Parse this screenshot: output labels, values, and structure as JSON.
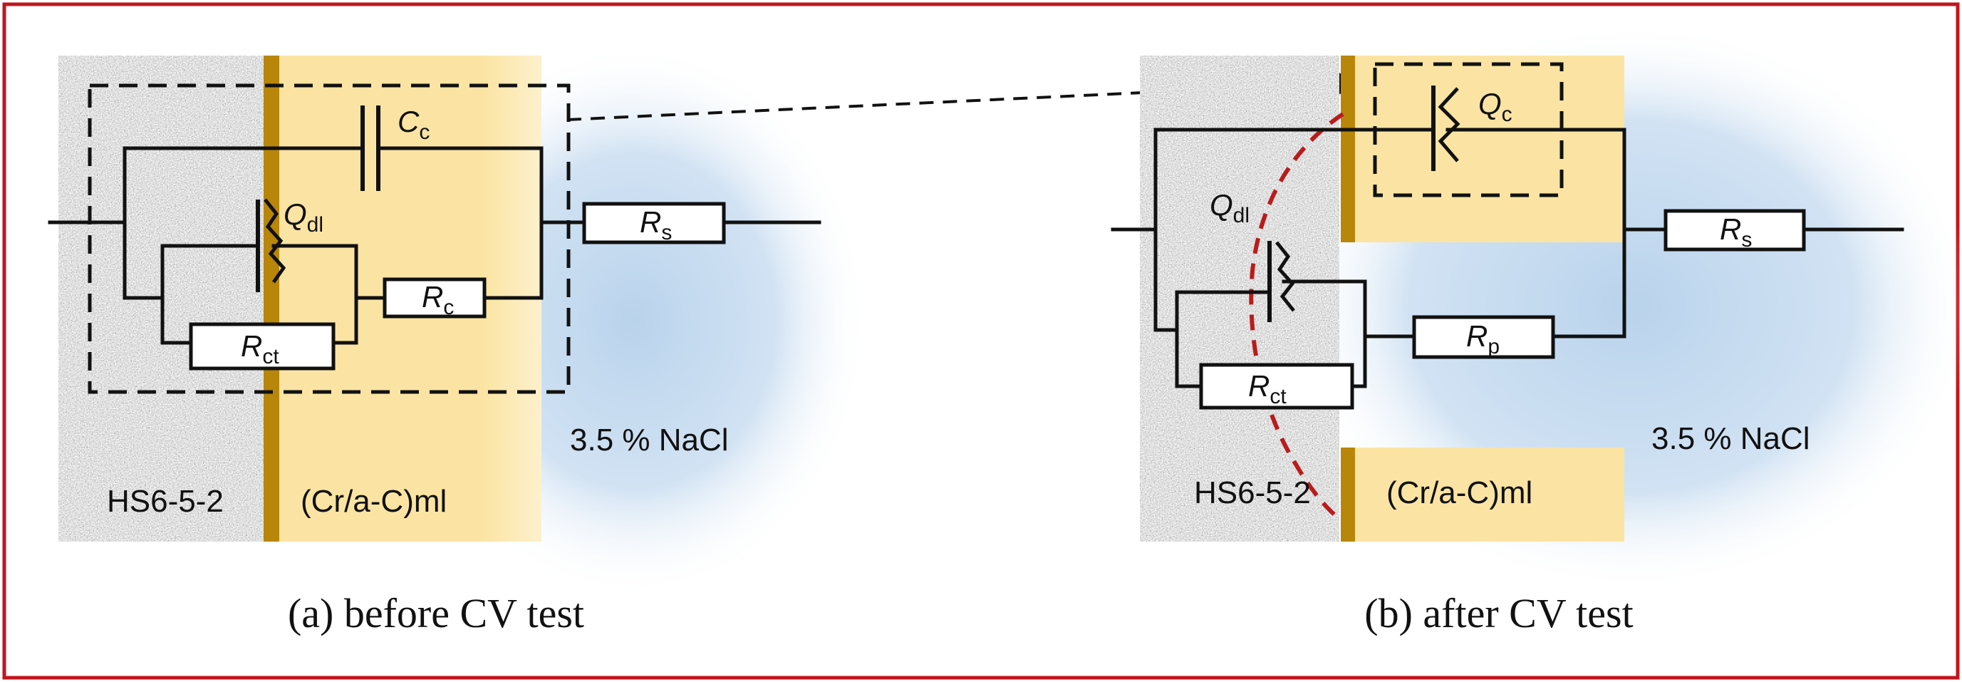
{
  "colors": {
    "frame": "#c0161d",
    "substrate": "#c7c7c7",
    "coating": "#fbe4a3",
    "interlayer": "#b8860b",
    "electrolyte": "#b9d3ec",
    "pit_outline": "#b81c1c",
    "wire": "#111111"
  },
  "panel_a": {
    "substrate_label": "HS6-5-2",
    "coating_label": "(Cr/a-C)ml",
    "electrolyte_label": "3.5 % NaCl",
    "caption": "(a) before CV test",
    "c_coating": {
      "symbol": "C",
      "sub": "c"
    },
    "q_double_layer": {
      "symbol": "Q",
      "sub": "dl"
    },
    "r_coating": {
      "symbol": "R",
      "sub": "c"
    },
    "r_charge_transfer": {
      "symbol": "R",
      "sub": "ct"
    },
    "r_solution": {
      "symbol": "R",
      "sub": "s"
    }
  },
  "panel_b": {
    "substrate_label": "HS6-5-2",
    "coating_label": "(Cr/a-C)ml",
    "electrolyte_label": "3.5 % NaCl",
    "caption": "(b) after CV test",
    "q_coating": {
      "symbol": "Q",
      "sub": "c"
    },
    "q_double_layer": {
      "symbol": "Q",
      "sub": "dl"
    },
    "r_pore": {
      "symbol": "R",
      "sub": "p"
    },
    "r_charge_transfer": {
      "symbol": "R",
      "sub": "ct"
    },
    "r_solution": {
      "symbol": "R",
      "sub": "s"
    }
  }
}
